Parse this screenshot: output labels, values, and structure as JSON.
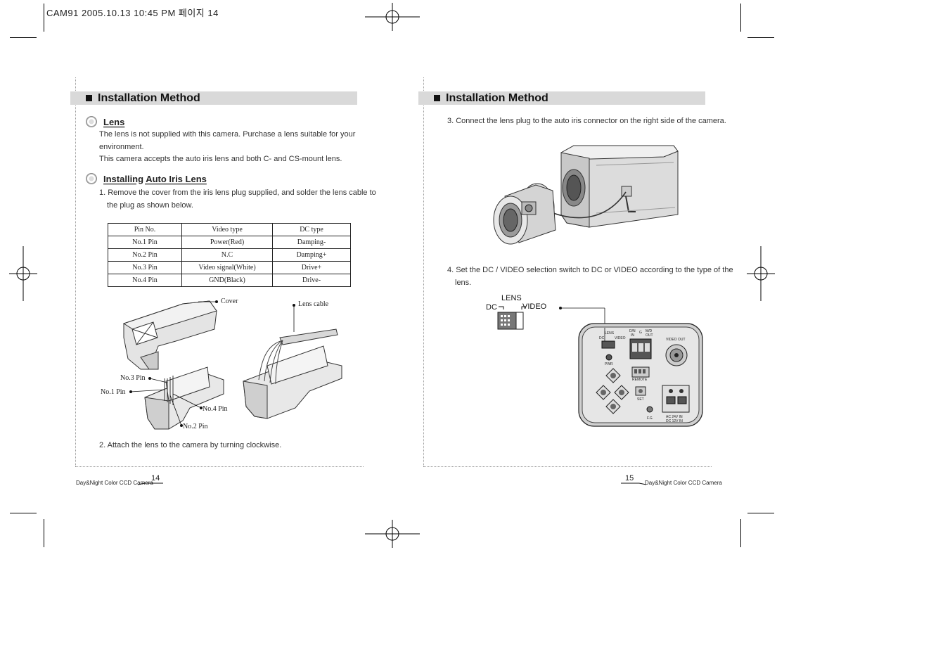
{
  "print_header": "CAM91  2005.10.13 10:45 PM 페이지 14",
  "left": {
    "section_title": "Installation Method",
    "lens_heading": "Lens",
    "lens_text_1": "The lens is not supplied with this camera. Purchase a lens suitable for your",
    "lens_text_2": "environment.",
    "lens_text_3": "This camera accepts the auto iris lens and both C- and CS-mount lens.",
    "auto_iris_heading": "Installing Auto Iris Lens",
    "step1_line1": "1. Remove the cover from the iris lens plug supplied, and solder the lens cable to",
    "step1_line2": "the plug as shown below.",
    "table": {
      "headers": [
        "Pin No.",
        "Video type",
        "DC type"
      ],
      "rows": [
        [
          "No.1 Pin",
          "Power(Red)",
          "Damping-"
        ],
        [
          "No.2 Pin",
          "N.C",
          "Damping+"
        ],
        [
          "No.3 Pin",
          "Video signal(White)",
          "Drive+"
        ],
        [
          "No.4 Pin",
          "GND(Black)",
          "Drive-"
        ]
      ]
    },
    "labels": {
      "cover": "Cover",
      "lens_cable": "Lens cable",
      "no3": "No.3 Pin",
      "no1": "No.1 Pin",
      "no4": "No.4 Pin",
      "no2": "No.2 Pin"
    },
    "step2": "2. Attach the lens to the camera by turning clockwise.",
    "footer": "Day&Night Color CCD Camera",
    "page_number": "14"
  },
  "right": {
    "section_title": "Installation Method",
    "step3": "3. Connect the lens plug to the auto iris connector on the right side of the camera.",
    "step4_line1": "4. Set the DC / VIDEO selection switch to DC or VIDEO according to the type of the",
    "step4_line2": "lens.",
    "switch_labels": {
      "lens": "LENS",
      "dc": "DC",
      "video": "VIDEO"
    },
    "panel_labels": {
      "lens": "LENS",
      "dc": "DC",
      "video": "VIDEO",
      "dn_in": "D/N",
      "in": "IN",
      "g": "G",
      "md": "M/D",
      "out": "OUT",
      "video_out": "VIDEO OUT",
      "pwr": "PWR",
      "remote": "REMOTE",
      "set": "SET",
      "fg": "F.G",
      "ac24": "AC 24V IN",
      "dc12": "DC 12V IN"
    },
    "footer": "Day&Night Color CCD Camera",
    "page_number": "15"
  }
}
